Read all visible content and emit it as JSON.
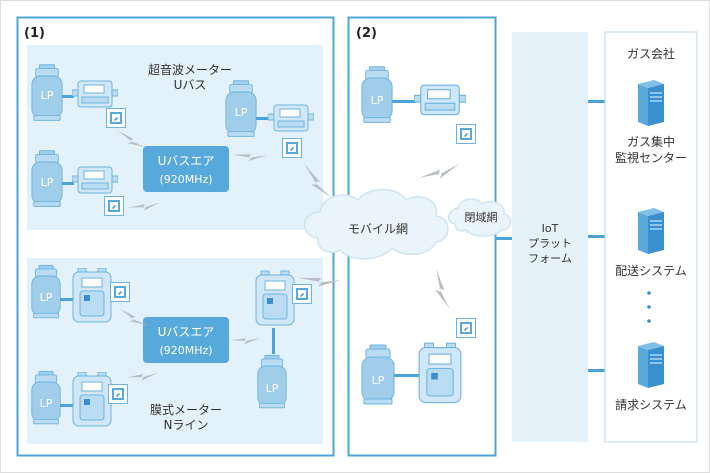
{
  "colors": {
    "panel_border": "#4da6d8",
    "zone_fill": "#e3f1fa",
    "device_fill": "#b9dcf2",
    "device_stroke": "#6fb3e0",
    "line_blue": "#4aa3db",
    "bubble_blue": "#57a9dc",
    "server_blue": "#3a8fcf",
    "cloud_fill": "#eaf4fb",
    "zigzag": "#b8bfc4",
    "iot_bar": "#e6f2fa"
  },
  "labels": {
    "section1": "(1)",
    "section2": "(2)",
    "ultrasonic_line1": "超音波メーター",
    "ultrasonic_line2": "Uバス",
    "membrane_line1": "膜式メーター",
    "membrane_line2": "Nライン",
    "ubus_air": "Uバスエア",
    "freq": "(920MHz)",
    "mobile": "モバイル網",
    "closed": "閉域網",
    "iot_line1": "IoT",
    "iot_line2": "プラット",
    "iot_line3": "フォーム",
    "gas_company": "ガス会社",
    "gas_center_line1": "ガス集中",
    "gas_center_line2": "監視センター",
    "delivery": "配送システム",
    "billing": "請求システム",
    "lp": "LP"
  },
  "icons": [
    "lp-gas-cylinder-icon",
    "ultrasonic-meter-icon",
    "membrane-meter-icon",
    "communication-module-icon",
    "server-icon",
    "cloud-icon",
    "wireless-zigzag-icon"
  ]
}
